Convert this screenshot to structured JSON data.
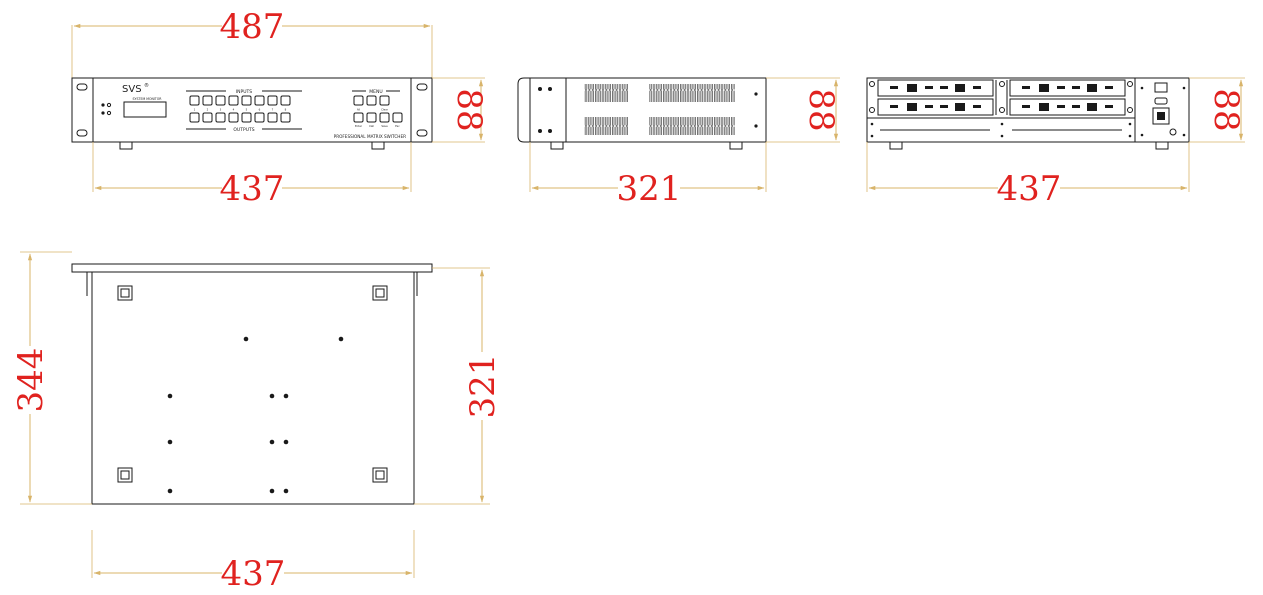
{
  "brand": "SVS",
  "brand_mark": "®",
  "front_panel": {
    "display_label": "SYSTEM MONITOR",
    "inputs_label": "INPUTS",
    "outputs_label": "OUTPUTS",
    "menu_label": "MENU",
    "product_label": "PROFESSIONAL MATRIX SWITCHER",
    "channel_numbers": [
      "1",
      "2",
      "3",
      "4",
      "5",
      "6",
      "7",
      "8"
    ],
    "menu_keys_top": [
      "All",
      "",
      "Clear"
    ],
    "menu_keys_bottom": [
      "Enter",
      "Call",
      "Save",
      "Esc"
    ]
  },
  "dimensions": {
    "front_width_outer": "487",
    "front_width_inner": "437",
    "front_height": "88",
    "side_depth": "321",
    "side_height": "88",
    "rear_width": "437",
    "rear_height": "88",
    "top_depth_outer": "344",
    "top_depth_inner": "321",
    "top_width": "437"
  },
  "colors": {
    "dimension_text": "#e0221f",
    "dimension_line": "#d8b46a",
    "drawing_line": "#1a1a1a"
  }
}
